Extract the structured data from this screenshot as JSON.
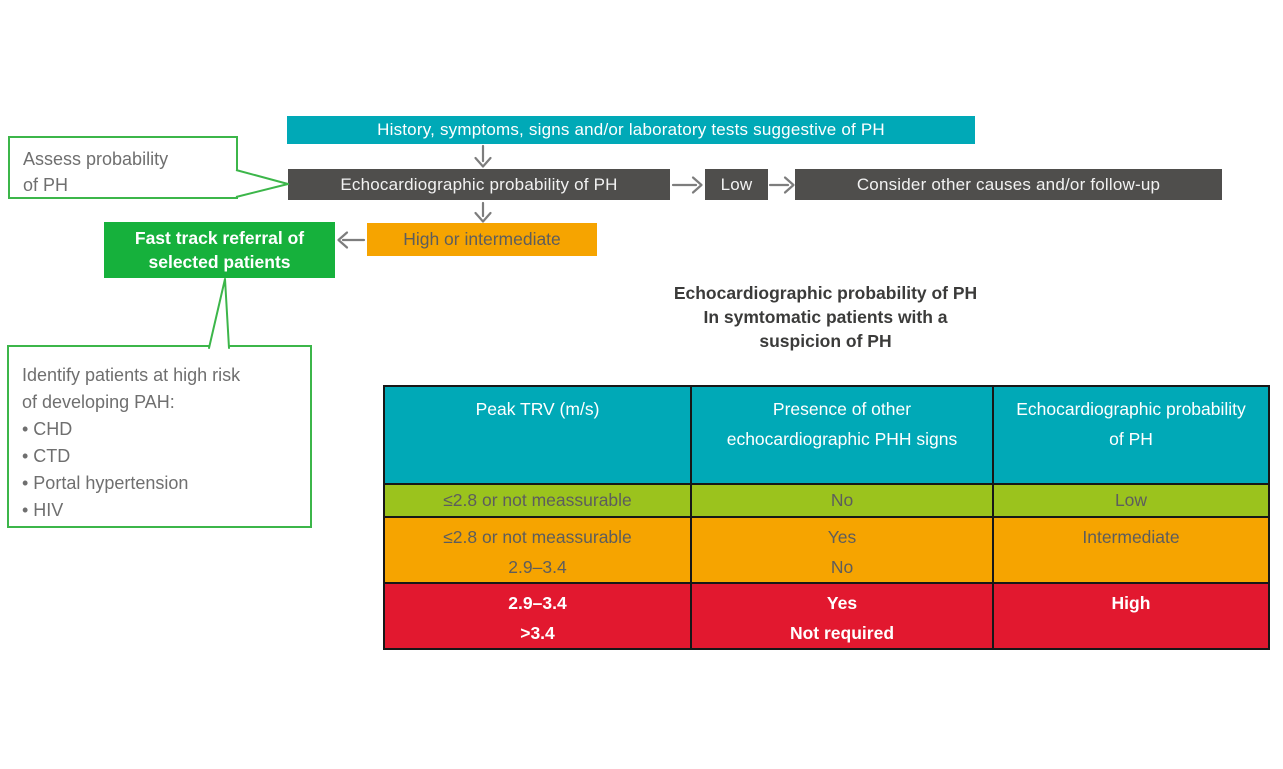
{
  "flowchart": {
    "history_box": "History, symptoms, signs and/or laboratory tests suggestive of PH",
    "echo_box": "Echocardiographic probability of PH",
    "low_box": "Low",
    "consider_box": "Consider other causes and/or follow-up",
    "high_or_intermediate_box": "High or intermediate",
    "fast_track_box": {
      "line1": "Fast track referral of",
      "line2": "selected patients"
    },
    "assess_bubble": {
      "line1": "Assess probability",
      "line2": "of PH"
    },
    "identify_bubble": {
      "line1": "Identify patients at high risk",
      "line2": "of developing PAH:",
      "bullets": [
        "• CHD",
        "• CTD",
        "• Portal hypertension",
        "• HIV"
      ]
    }
  },
  "table_section": {
    "title": {
      "line1": "Echocardiographic probability of PH",
      "line2": "In symtomatic patients with a",
      "line3": "suspicion of PH"
    },
    "headers": [
      "Peak TRV (m/s)",
      "Presence of other echocardiographic PHH signs",
      "Echocardiographic probability of PH"
    ],
    "rows": [
      {
        "trv": [
          "≤2.8 or not meassurable"
        ],
        "signs": [
          "No"
        ],
        "probability": [
          "Low"
        ]
      },
      {
        "trv": [
          "≤2.8 or not meassurable",
          "2.9–3.4"
        ],
        "signs": [
          "Yes",
          "No"
        ],
        "probability": [
          "Intermediate"
        ]
      },
      {
        "trv": [
          "2.9–3.4",
          ">3.4"
        ],
        "signs": [
          "Yes",
          "Not required"
        ],
        "probability": [
          "High"
        ]
      }
    ]
  },
  "colors": {
    "teal": "#00a9b7",
    "dark_gray": "#4f4e4c",
    "orange": "#f6a400",
    "green": "#16b13c",
    "bubble_border_green": "#3cb64a",
    "row_green": "#9bc31d",
    "row_orange": "#f6a400",
    "row_red": "#e2182f",
    "arrow_gray": "#7d7d7d",
    "table_border": "#171717"
  }
}
